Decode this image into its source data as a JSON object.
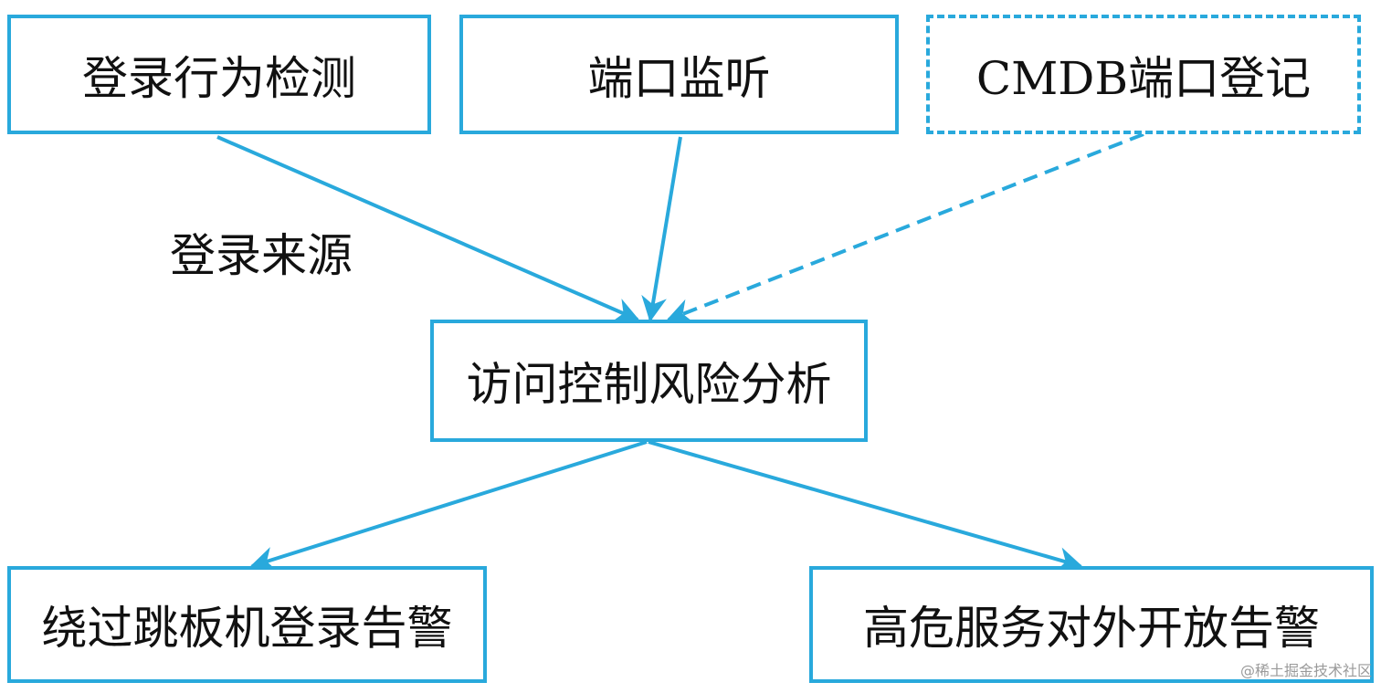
{
  "nodes": {
    "login_behavior": "登录行为检测",
    "port_listen": "端口监听",
    "cmdb_port": "CMDB端口登记",
    "access_risk": "访问控制风险分析",
    "bypass_alert": "绕过跳板机登录告警",
    "high_risk_alert": "高危服务对外开放告警"
  },
  "edge_labels": {
    "login_source": "登录来源"
  },
  "colors": {
    "border": "#29a9dc",
    "edge": "#29a9dc",
    "text": "#111111"
  },
  "watermark": "@稀土掘金技术社区"
}
